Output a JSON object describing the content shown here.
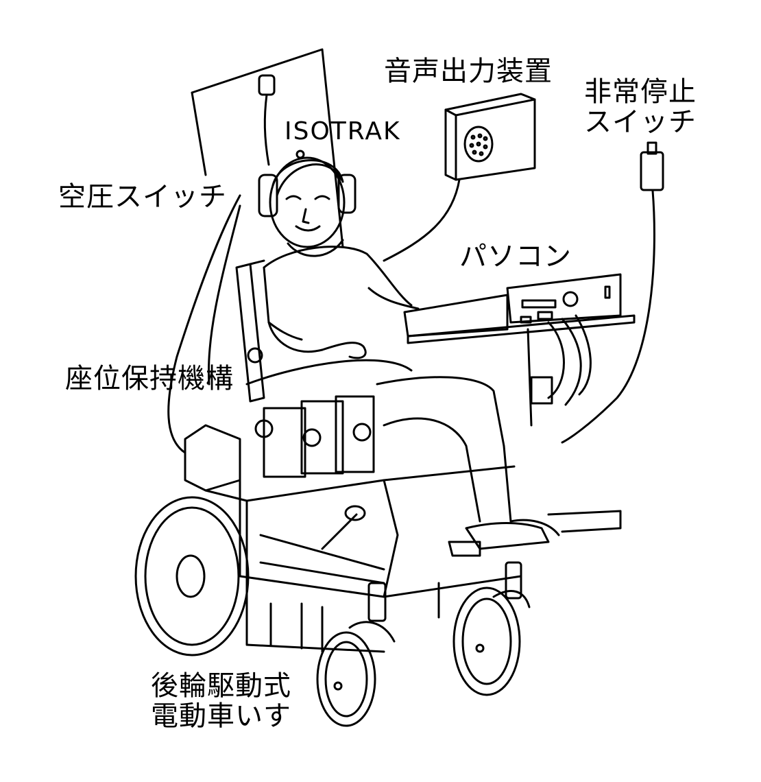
{
  "labels": {
    "voice_output": "音声出力装置",
    "emergency_stop": [
      "非常停止",
      "スイッチ"
    ],
    "isotrak": "ISOTRAK",
    "air_switch": "空圧スイッチ",
    "pc": "パソコン",
    "seat_holding": "座位保持機構",
    "wheelchair": [
      "後輪駆動式",
      "電動車いす"
    ]
  },
  "colors": {
    "line": "#000000",
    "background": "#ffffff"
  }
}
